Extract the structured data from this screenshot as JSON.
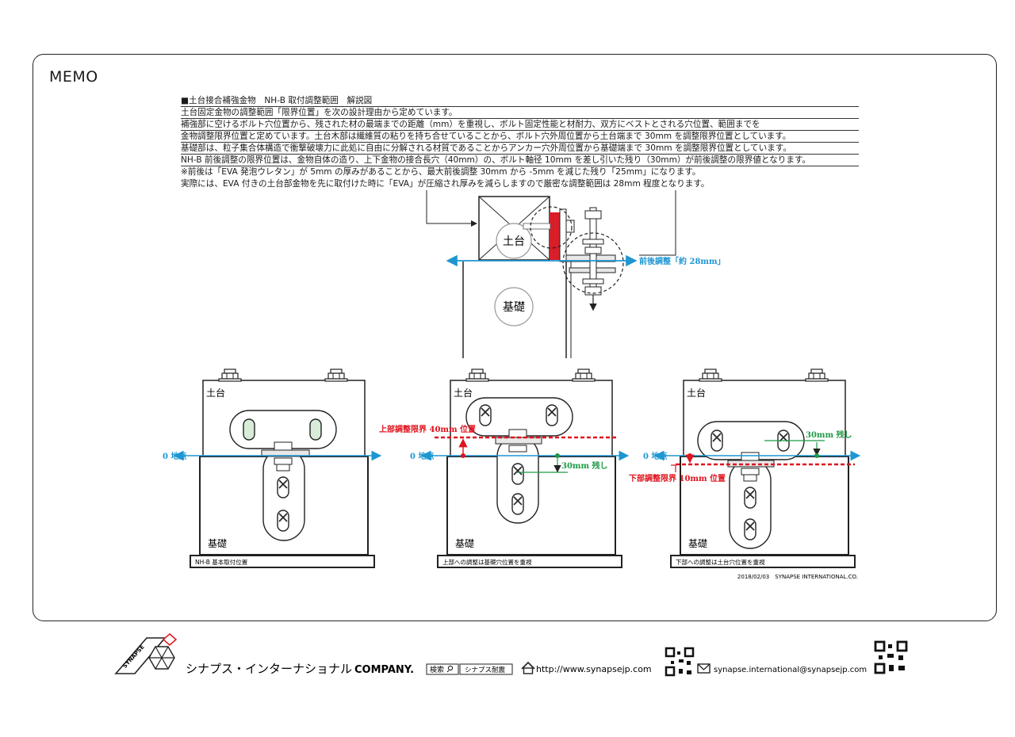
{
  "memo": {
    "title": "MEMO"
  },
  "notes": [
    "■土台接合補強金物　NH-B 取付調整範囲　解説図",
    "土台固定金物の調整範囲「限界位置」を次の設計理由から定めています。",
    "補強部に空けるボルト穴位置から、残された材の最端までの距離（mm）を重視し、ボルト固定性能と材耐力、双方にベストとされる穴位置、範囲までを",
    "金物調整限界位置と定めています。土台木部は繊維質の粘りを持ち合せていることから、ボルト穴外周位置から土台端まで 30mm を調整限界位置としています。",
    "基礎部は、粒子集合体構造で衝撃破壊力に此処に自由に分解される材質であることからアンカー穴外周位置から基礎端まで 30mm を調整限界位置としています。",
    "NH-B 前後調整の限界位置は、金物自体の造り、上下金物の接合長穴（40mm）の、ボルト軸径 10mm を差し引いた残り（30mm）が前後調整の限界値となります。",
    "※前後は「EVA 発泡ウレタン」が 5mm の厚みがあることから、最大前後調整 30mm から -5mm を減じた残り「25mm」になります。",
    "実際には、EVA 付きの土台部金物を先に取付けた時に「EVA」が圧縮され厚みを減らしますので厳密な調整範囲は 28mm 程度となります。"
  ],
  "top_diagram": {
    "dodai": "土台",
    "kiso": "基礎",
    "adjust_label": "前後調整「約 28mm」"
  },
  "panels": [
    {
      "dodai": "土台",
      "kiso": "基礎",
      "zero": "0 地点",
      "caption": "NH-B 基本取付位置"
    },
    {
      "dodai": "土台",
      "kiso": "基礎",
      "zero": "0 地点",
      "caption": "上部への調整は基礎穴位置を重視",
      "limit": "上部調整限界 40mm 位置",
      "remain": "30mm 残し"
    },
    {
      "dodai": "土台",
      "kiso": "基礎",
      "zero": "0 地点",
      "caption": "下部への調整は土台穴位置を重視",
      "limit": "下部調整限界 10mm 位置",
      "remain": "30mm 残し"
    }
  ],
  "credit": "2018/02/03　SYNAPSE INTERNATIONAL.CO.",
  "footer": {
    "company_jp": "シナプス・インターナショナル",
    "company_en": "COMPANY.",
    "search_label": "検索",
    "search_term": "シナプス耐震",
    "url": "http://www.synapsejp.com",
    "email": "synapse.international@synapsejp.com",
    "logo_text": "SYNAPSE"
  },
  "colors": {
    "accent_blue": "#1e96d2",
    "limit_red": "#e0141e",
    "eva_red": "#d81e28",
    "remain_green": "#1e9a46",
    "slot_fill": "#d8ecd8"
  }
}
